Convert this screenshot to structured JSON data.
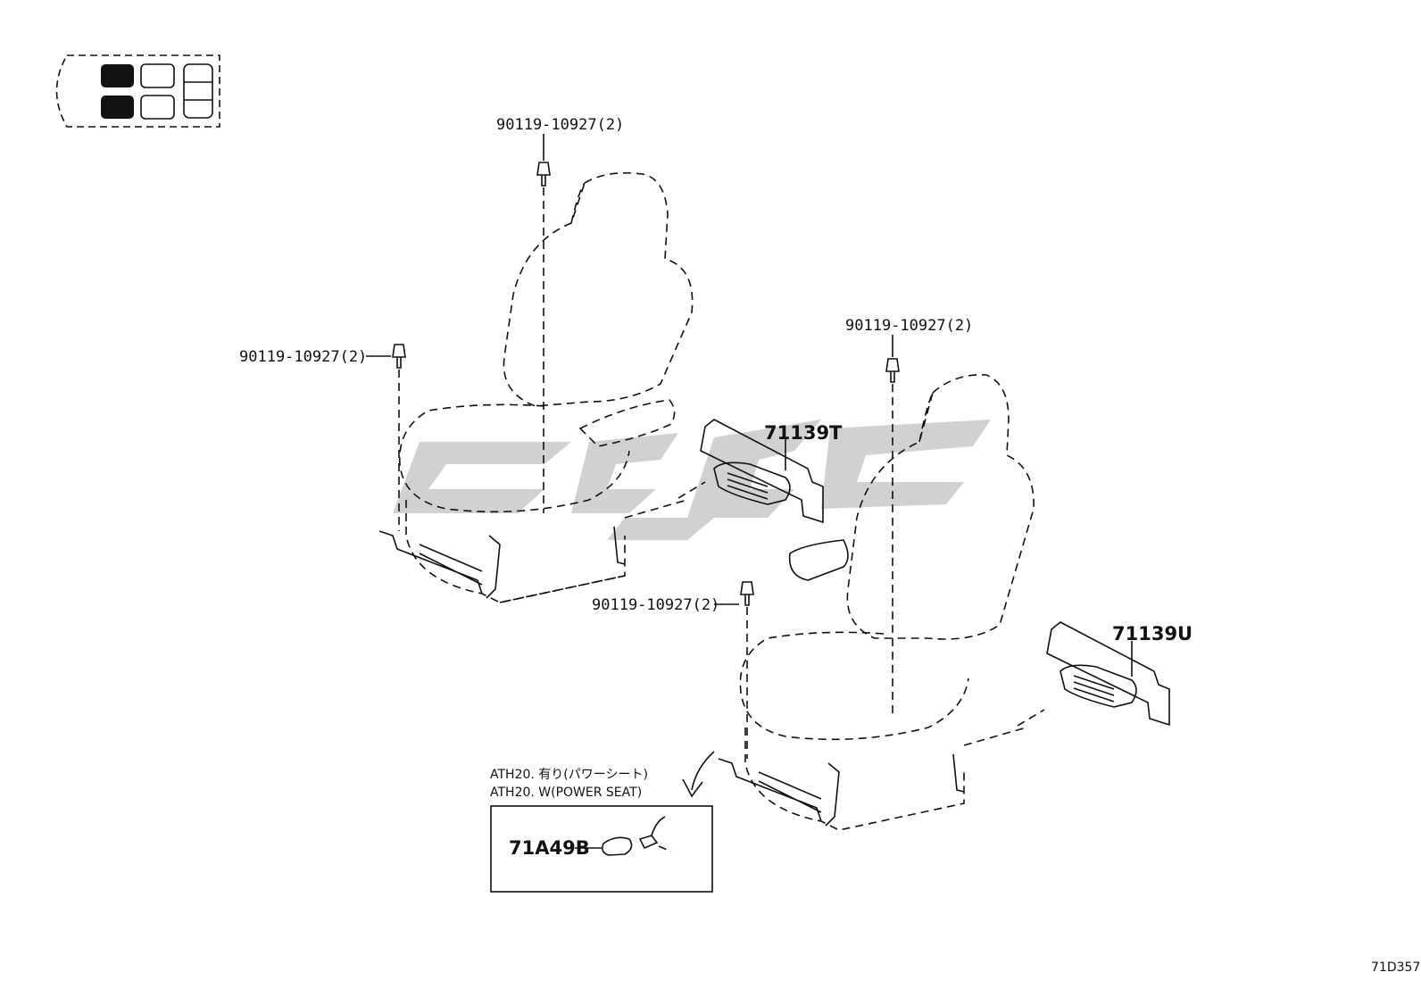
{
  "callouts": {
    "bolt_top": "90119-10927(2)",
    "bolt_left": "90119-10927(2)",
    "bolt_right_top": "90119-10927(2)",
    "bolt_right_bottom": "90119-10927(2)",
    "cover_left": "71139T",
    "cover_right": "71139U",
    "switch_part": "71A49B"
  },
  "inset_note": {
    "line1": "ATH20. 有り(パワーシート)",
    "line2": "ATH20. W(POWER SEAT)"
  },
  "reference_code": "71D357",
  "colors": {
    "ink": "#111111",
    "watermark": "#c9c9c9",
    "locator_fill": "#111111"
  },
  "icons": [
    "vehicle-seat-locator-icon",
    "bolt-icon",
    "seat-icon",
    "side-cover-icon",
    "switch-knob-icon",
    "watermark-logo"
  ]
}
